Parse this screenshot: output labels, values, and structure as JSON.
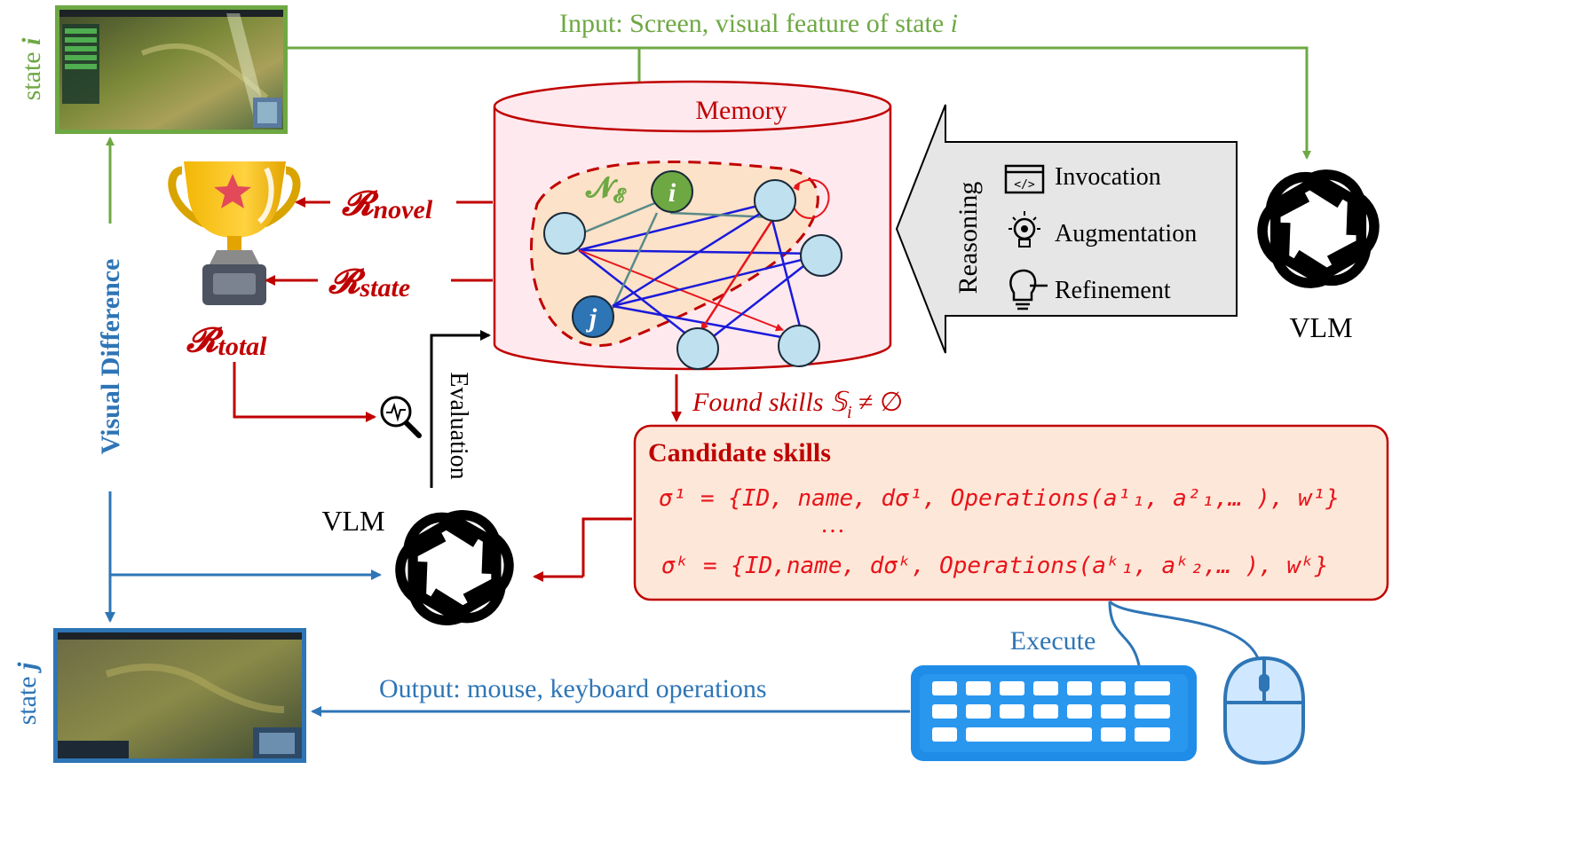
{
  "colors": {
    "green": "#6ea843",
    "blue": "#2e75b6",
    "darkred": "#c00000",
    "red": "#e8141b",
    "black": "#000000",
    "memory_fill": "#fde9ee",
    "cluster_fill": "#fce2c8",
    "node_fill": "#bfe0ef",
    "candidate_fill": "#fde7d8",
    "panel_fill": "#e6e6e6",
    "keyboard": "#1f8ce8"
  },
  "labels": {
    "state_i_prefix": "state ",
    "state_i_var": "i",
    "state_j_prefix": "state ",
    "state_j_var": "j",
    "input_text": "Input: Screen, visual feature of state ",
    "input_var": "i",
    "memory": "Memory",
    "cluster_label": "𝓝",
    "cluster_sub": "𝓔",
    "node_i": "i",
    "node_j": "j",
    "r_novel_main": "𝓡",
    "r_novel_sub": "novel",
    "r_state_main": "𝓡",
    "r_state_sub": "state",
    "r_total_main": "𝓡",
    "r_total_sub": "total",
    "reasoning": "Reasoning",
    "invocation": "Invocation",
    "augmentation": "Augmentation",
    "refinement": "Refinement",
    "vlm_top": "VLM",
    "vlm_mid": "VLM",
    "visual_difference": "Visual Difference",
    "evaluation": "Evaluation",
    "found_skills": "Found skills 𝕊",
    "found_sub": "i",
    "found_tail": " ≠ ∅",
    "candidate_title": "Candidate skills",
    "sigma1": "σ¹ = {ID, name, dσ¹, Operations(a¹₁, a²₁,… ), w¹}",
    "ellipsis": "…",
    "sigmak": "σᵏ = {ID,name, dσᵏ, Operations(aᵏ₁, aᵏ₂,… ), wᵏ}",
    "execute": "Execute",
    "output_text": "Output: mouse, keyboard operations"
  }
}
